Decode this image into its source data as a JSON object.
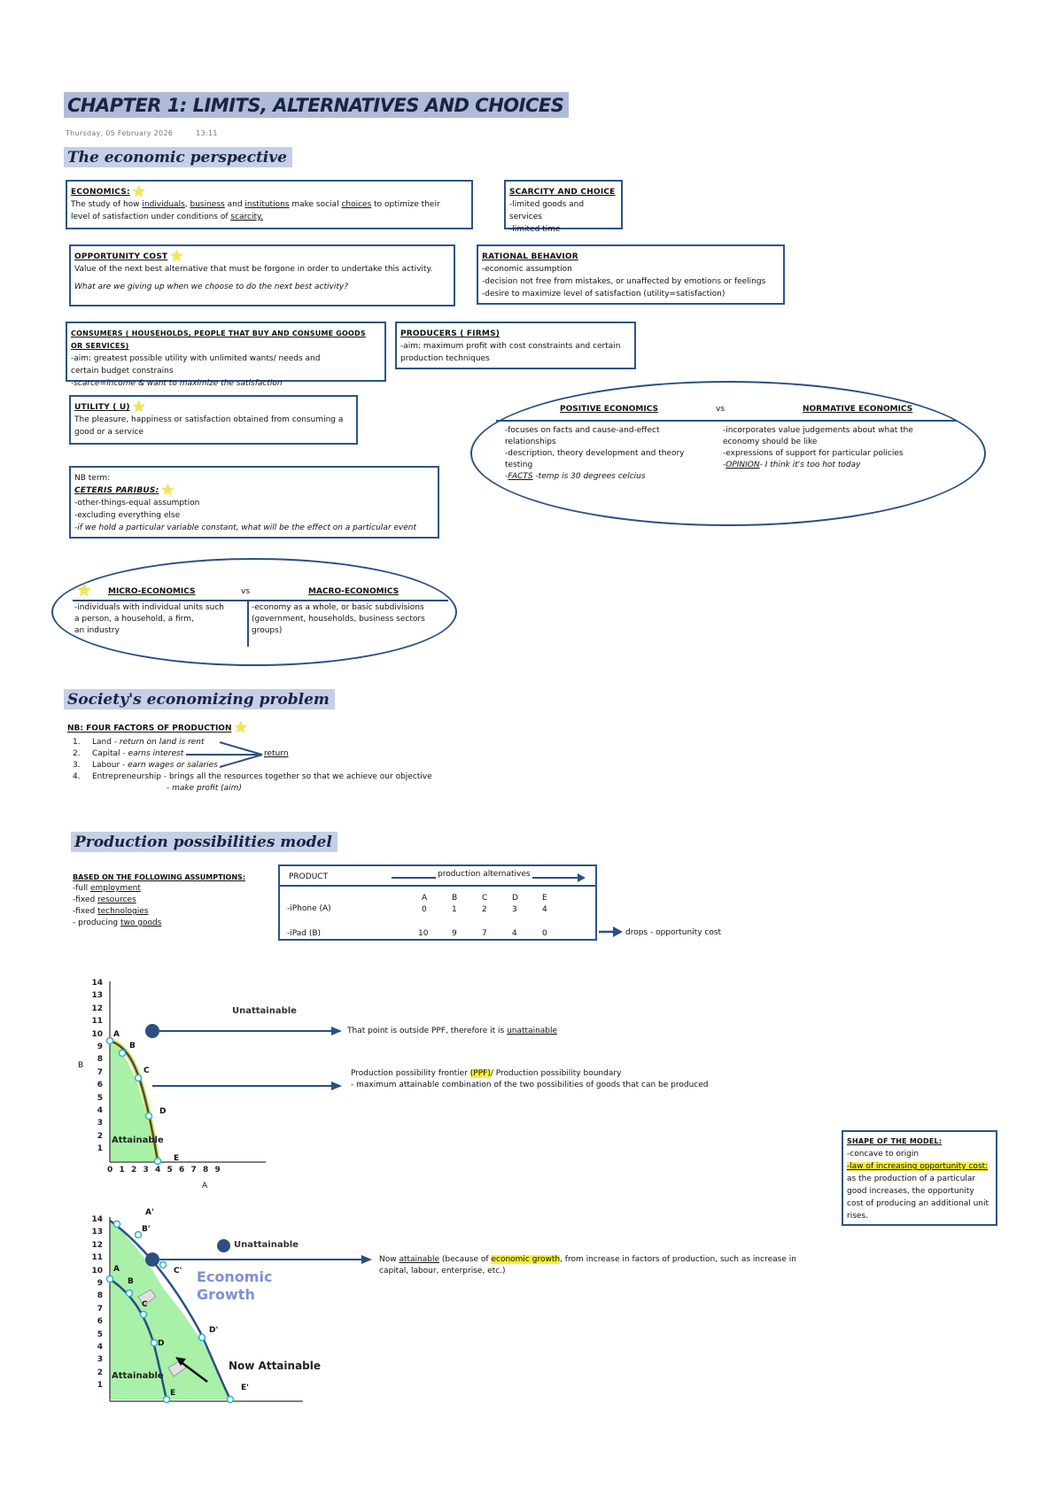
{
  "page": {
    "title": "CHAPTER 1: LIMITS, ALTERNATIVES AND CHOICES",
    "date": "Thursday, 05 February 2026",
    "time": "13:11"
  },
  "section1": {
    "title": "The economic perspective"
  },
  "economics": {
    "head": "ECONOMICS:",
    "line1_a": "The study of how ",
    "line1_b": "individuals",
    "line1_c": ", ",
    "line1_d": "business",
    "line1_e": " and ",
    "line1_f": "institutions",
    "line1_g": " make social ",
    "line1_h": "choices",
    "line1_i": " to optimize their",
    "line2_a": "level of satisfaction under conditions of ",
    "line2_b": "scarcity."
  },
  "scarcity": {
    "head": "SCARCITY AND CHOICE",
    "items": [
      "-limited goods and services",
      "-limited time"
    ]
  },
  "opportunity": {
    "head": "OPPORTUNITY COST",
    "line1": "Value of the next best alternative that must be forgone in order to undertake this activity.",
    "line2": "What are we giving up when we choose to do the next best activity?"
  },
  "rational": {
    "head": "RATIONAL BEHAVIOR",
    "items": [
      "-economic assumption",
      "-decision not free from mistakes, or unaffected by emotions or feelings",
      "-desire to maximize level of satisfaction (utility=satisfaction)"
    ]
  },
  "consumers": {
    "head": "CONSUMERS ( HOUSEHOLDS, PEOPLE THAT BUY AND CONSUME GOODS OR SERVICES)",
    "line1": "-aim: greatest possible utility with unlimited wants/ needs and",
    "line2": "certain budget constrains",
    "line3": "-scarce=income & want to maximize the satisfaction"
  },
  "producers": {
    "head": "PRODUCERS ( FIRMS)",
    "line1": "-aim: maximum profit with cost constraints and certain",
    "line2": "production techniques"
  },
  "utility": {
    "head": "UTILITY ( U)",
    "line1": "The pleasure, happiness or satisfaction obtained from consuming a",
    "line2": "good or a service"
  },
  "ceteris": {
    "nb": "NB term:",
    "head": "CETERIS PARIBUS:",
    "items": [
      "-other-things-equal assumption",
      "-excluding everything else"
    ],
    "italic": "-if we hold a particular variable constant, what will be the effect on a particular event"
  },
  "positive_normative": {
    "left_head": "POSITIVE ECONOMICS",
    "vs": "vs",
    "right_head": "NORMATIVE ECONOMICS",
    "left_items": [
      "-focuses on facts and cause-and-effect",
      "relationships",
      "-description, theory development and theory",
      "testing"
    ],
    "left_facts_a": "-",
    "left_facts_b": "FACTS",
    "left_facts_c": " -temp is 30 degrees celcius",
    "right_items": [
      "-incorporates value judgements about what the",
      "economy should be like",
      "-expressions of support for particular policies"
    ],
    "right_opinion_a": "-",
    "right_opinion_b": "OPINION",
    "right_opinion_c": "- I think it's too hot today"
  },
  "micro_macro": {
    "left_head": "MICRO-ECONOMICS",
    "vs": "vs",
    "right_head": "MACRO-ECONOMICS",
    "left_items": [
      "-individuals with individual units such",
      "a person, a household, a firm,",
      "an industry"
    ],
    "right_items": [
      "-economy as a whole, or basic subdivisions",
      "(government, households, business sectors",
      "groups)"
    ]
  },
  "section2": {
    "title": "Society's economizing problem"
  },
  "factors": {
    "head": "NB: FOUR FACTORS OF PRODUCTION",
    "items": [
      {
        "num": "1.",
        "name": "Land",
        "desc": " - return on land is rent"
      },
      {
        "num": "2.",
        "name": "Capital",
        "desc": " - earns interest"
      },
      {
        "num": "3.",
        "name": "Labour",
        "desc": " - earn wages or salaries"
      },
      {
        "num": "4.",
        "name": "Entrepreneurship",
        "desc": " - brings all the resources together so that we achieve our objective"
      }
    ],
    "sub": "- make profit (aim)",
    "return": "return"
  },
  "section3": {
    "title": "Production possibilities model"
  },
  "assumptions": {
    "head": "BASED ON THE FOLLOWING ASSUMPTIONS:",
    "items": [
      {
        "pre": "-full ",
        "ul": "employment",
        "post": ""
      },
      {
        "pre": "-fixed ",
        "ul": "resources",
        "post": ""
      },
      {
        "pre": "-fixed ",
        "ul": "technologies",
        "post": ""
      },
      {
        "pre": "- producing ",
        "ul": "two goods",
        "post": ""
      }
    ]
  },
  "table": {
    "product": "PRODUCT",
    "alternatives": "production alternatives",
    "cols": [
      "A",
      "B",
      "C",
      "D",
      "E"
    ],
    "rows": [
      {
        "label": "-iPhone (A)",
        "values": [
          "0",
          "1",
          "2",
          "3",
          "4"
        ]
      },
      {
        "label": "-iPad (B)",
        "values": [
          "10",
          "9",
          "7",
          "4",
          "0"
        ]
      }
    ],
    "note": "drops - opportunity cost"
  },
  "graph1": {
    "y_ticks": [
      "14",
      "13",
      "12",
      "11",
      "10",
      "9",
      "8",
      "7",
      "6",
      "5",
      "4",
      "3",
      "2",
      "1"
    ],
    "x_ticks": [
      "0",
      "1",
      "2",
      "3",
      "4",
      "5",
      "6",
      "7",
      "8",
      "9"
    ],
    "ylabel": "B",
    "xlabel": "A",
    "unattainable": "Unattainable",
    "attainable": "Attainable",
    "points": [
      "A",
      "B",
      "C",
      "D",
      "E"
    ],
    "note1_a": "That point is outside PPF, therefore it is ",
    "note1_b": "unattainable",
    "note2_a": "Production possibility frontier ",
    "note2_b": "(PPF)",
    "note2_c": "/ Production possibility boundary",
    "note2_line2": "- maximum attainable combination of the two possibilities of goods that can be produced"
  },
  "shape": {
    "head": "SHAPE OF THE MODEL:",
    "line1": "-concave to origin",
    "line2": "-law of increasing opportunity cost:",
    "rest": [
      "as the production of a particular",
      "good increases, the opportunity",
      "cost of producing an additional unit",
      "rises."
    ]
  },
  "graph2": {
    "y_ticks": [
      "14",
      "13",
      "12",
      "11",
      "10",
      "9",
      "8",
      "7",
      "6",
      "5",
      "4",
      "3",
      "2",
      "1"
    ],
    "unattainable": "Unattainable",
    "growth1": "Economic",
    "growth2": "Growth",
    "now_attainable": "Now Attainable",
    "attainable": "Attainable",
    "inner_points": [
      "A",
      "B",
      "C",
      "D",
      "E"
    ],
    "outer_points": [
      "A'",
      "B'",
      "C'",
      "D'",
      "E'"
    ],
    "note_a": "Now ",
    "note_b": "attainable",
    "note_c": " (because of ",
    "note_d": "economic growth",
    "note_e": ", from increase in factors of production, such as increase in",
    "note_line2": "capital, labour, enterprise, etc.)"
  }
}
